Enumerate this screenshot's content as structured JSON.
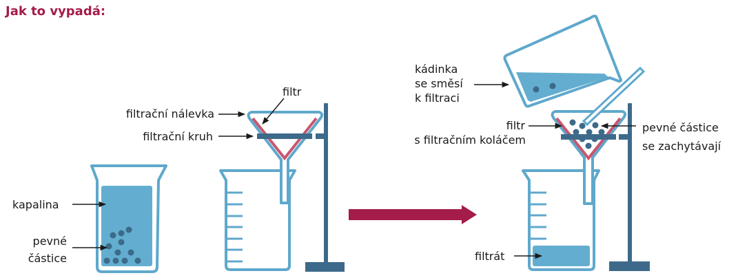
{
  "title": "Jak to vypadá:",
  "colors": {
    "title": "#a31c4a",
    "glass": "#5fa8cc",
    "liquid": "#63aed0",
    "stand": "#3d6a8a",
    "filter": "#c8566e",
    "arrow": "#a31c4a"
  },
  "left_beaker": {
    "labels": {
      "liquid": "kapalina",
      "particles_line1": "pevné",
      "particles_line2": "částice"
    }
  },
  "setup_before": {
    "labels": {
      "filter": "filtr",
      "funnel": "filtrační nálevka",
      "ring": "filtrační kruh"
    }
  },
  "setup_after": {
    "labels": {
      "beaker_line1": "kádinka",
      "beaker_line2": "se směsí",
      "beaker_line3": "k filtraci",
      "filter_line1": "filtr",
      "filter_line2": "s filtračním koláčem",
      "particles_line1": "pevné částice",
      "particles_line2": "se zachytávají",
      "filtrate": "filtrát"
    }
  }
}
